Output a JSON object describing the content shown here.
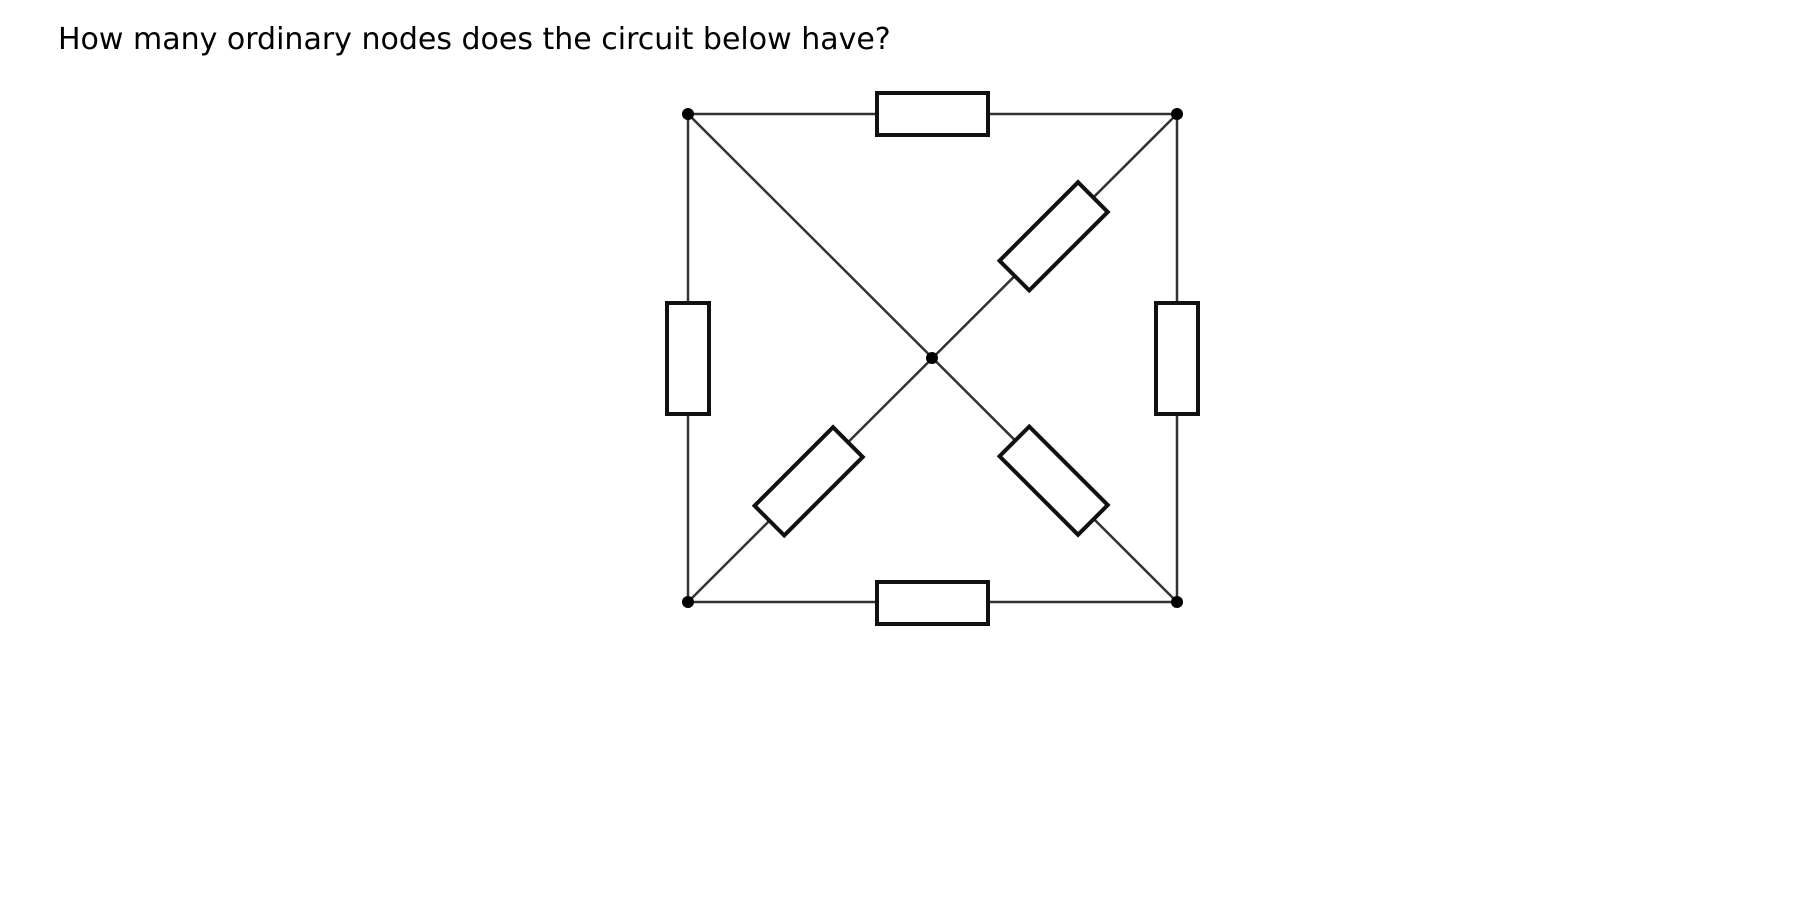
{
  "question": {
    "text": "How many ordinary nodes does the circuit below have?"
  },
  "circuit": {
    "nodes": [
      {
        "id": "top-left"
      },
      {
        "id": "top-right"
      },
      {
        "id": "bottom-left"
      },
      {
        "id": "bottom-right"
      },
      {
        "id": "center"
      }
    ],
    "branches": [
      {
        "id": "top",
        "from": "top-left",
        "to": "top-right",
        "component": "resistor"
      },
      {
        "id": "bottom",
        "from": "bottom-left",
        "to": "bottom-right",
        "component": "resistor"
      },
      {
        "id": "left",
        "from": "top-left",
        "to": "bottom-left",
        "component": "resistor"
      },
      {
        "id": "right",
        "from": "top-right",
        "to": "bottom-right",
        "component": "resistor"
      },
      {
        "id": "diag-top-left",
        "from": "top-left",
        "to": "center",
        "component": "wire"
      },
      {
        "id": "diag-top-right",
        "from": "top-right",
        "to": "center",
        "component": "resistor"
      },
      {
        "id": "diag-bottom-left",
        "from": "bottom-left",
        "to": "center",
        "component": "resistor"
      },
      {
        "id": "diag-bottom-right",
        "from": "bottom-right",
        "to": "center",
        "component": "resistor"
      }
    ]
  }
}
